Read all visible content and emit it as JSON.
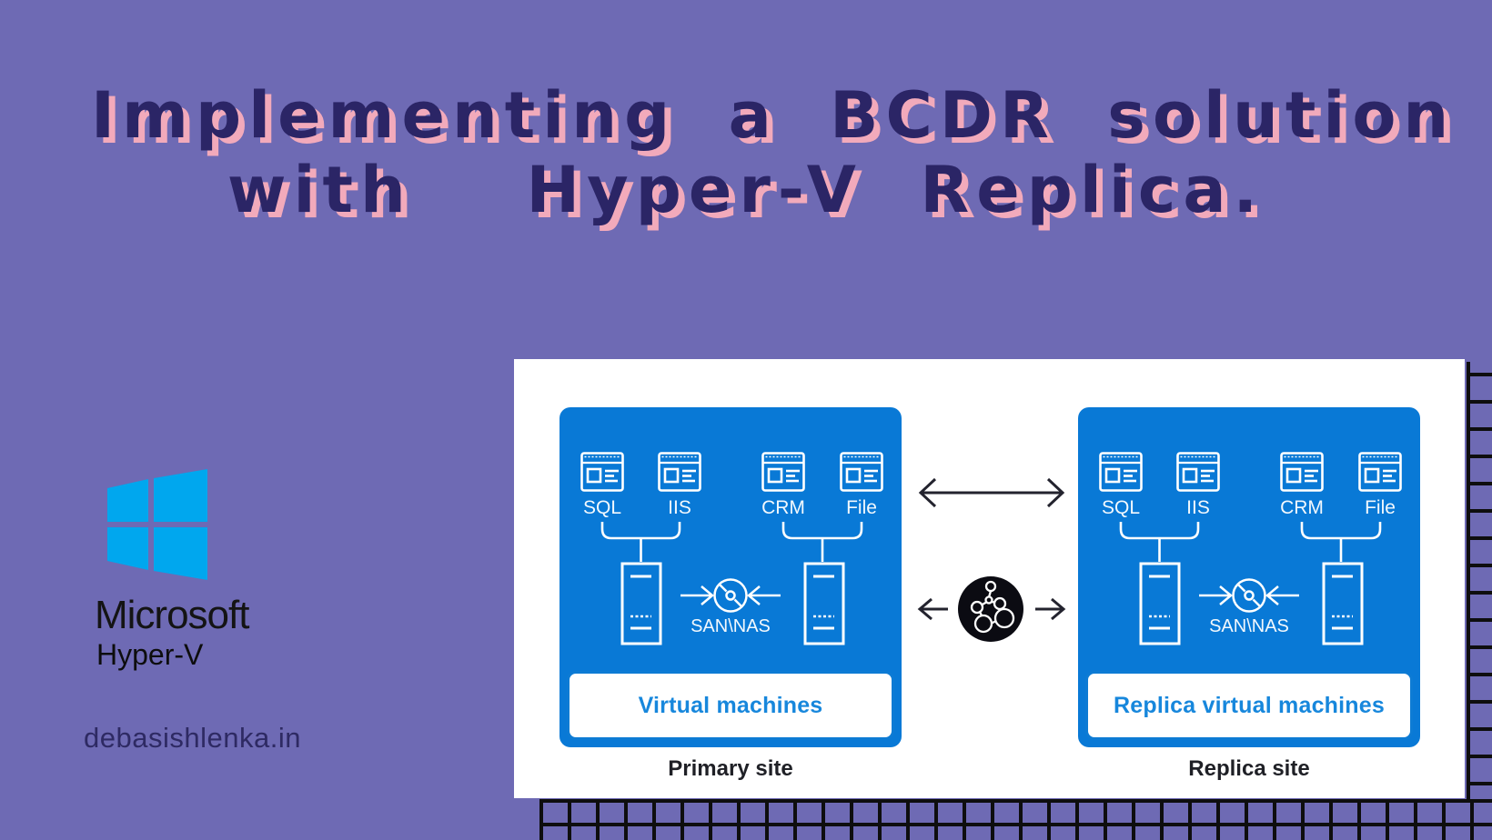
{
  "title": {
    "line1": "Implementing a BCDR solution",
    "line2": "with  Hyper-V Replica."
  },
  "brand": {
    "company": "Microsoft",
    "product": "Hyper-V"
  },
  "footer": {
    "website": "debasishlenka.in"
  },
  "diagram": {
    "sites": [
      {
        "apps": [
          "SQL",
          "IIS",
          "CRM",
          "File"
        ],
        "storage_label": "SAN\\NAS",
        "band_label": "Virtual machines",
        "site_label": "Primary site"
      },
      {
        "apps": [
          "SQL",
          "IIS",
          "CRM",
          "File"
        ],
        "storage_label": "SAN\\NAS",
        "band_label": "Replica virtual machines",
        "site_label": "Replica site"
      }
    ]
  },
  "colors": {
    "background": "#6e6ab4",
    "title_text": "#2b2566",
    "title_shadow": "#f2aabb",
    "site_box_blue": "#0979d6",
    "band_text_blue": "#1787dc",
    "windows_logo_cyan": "#00a7ee",
    "grid_line_black": "#0e0e0e"
  }
}
